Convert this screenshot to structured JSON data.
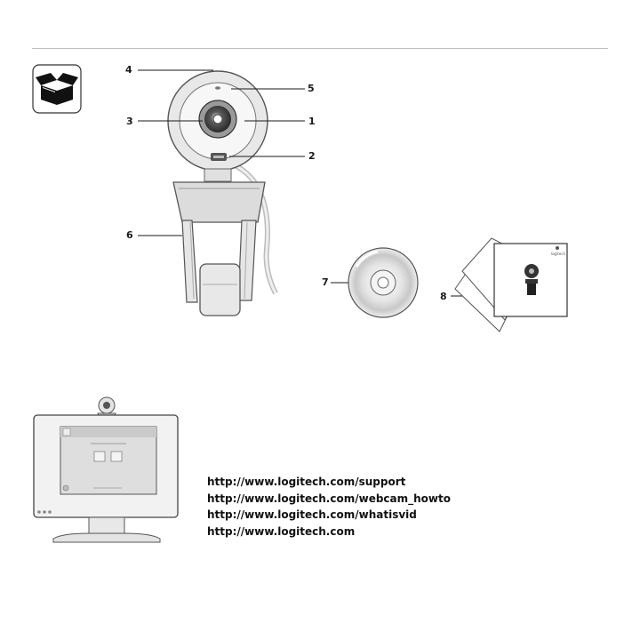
{
  "callouts": {
    "c1": "1",
    "c2": "2",
    "c3": "3",
    "c4": "4",
    "c5": "5",
    "c6": "6",
    "c7": "7",
    "c8": "8"
  },
  "package_icon": "package-box-icon",
  "documents": {
    "brand_mark": "logitech"
  },
  "urls": [
    "http://www.logitech.com/support",
    "http://www.logitech.com/webcam_howto",
    "http://www.logitech.com/whatisvid",
    "http://www.logitech.com"
  ],
  "colors": {
    "line": "#1a1a1a",
    "outline": "#555555",
    "fill_light": "#e6e6e6",
    "fill_mid": "#cfcfcf",
    "rule": "#bdbdbd"
  }
}
